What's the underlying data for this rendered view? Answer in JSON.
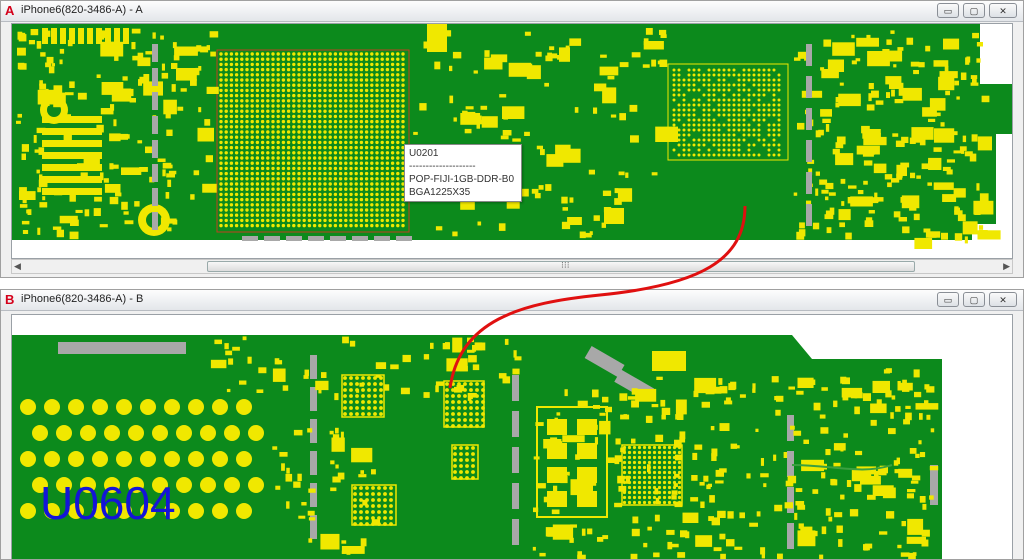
{
  "window_a": {
    "letter": "A",
    "title": "iPhone6(820-3486-A) - A",
    "controls": {
      "minimize": "▭",
      "maximize": "▢",
      "close": "✕"
    },
    "scroll_grip": "⁝⁝⁝"
  },
  "window_b": {
    "letter": "B",
    "title": "iPhone6(820-3486-A) - B",
    "controls": {
      "minimize": "▭",
      "maximize": "▢",
      "close": "✕"
    }
  },
  "tooltip": {
    "line1": "U0201",
    "line2": "--------------------",
    "line3": "POP-FIJI-1GB-DDR-B0",
    "line4": "BGA1225X35"
  },
  "board_b": {
    "component_label": "U0604"
  },
  "colors": {
    "board": "#0c8a1c",
    "pad": "#f0e800",
    "gray_part": "#a8a8a8",
    "link_line": "#e01010",
    "label_blue": "#1414d8"
  }
}
